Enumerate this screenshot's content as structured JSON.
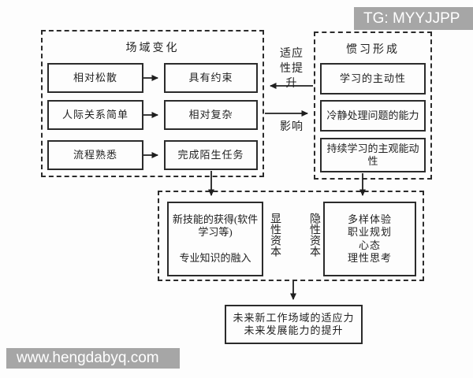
{
  "watermarks": {
    "top_right": "TG: MYYJJPP",
    "bottom_left": "www.hengdabyq.com"
  },
  "colors": {
    "watermark_bg": "#a6a6a6",
    "line": "#1f1f1f",
    "background": "#fdfdfd"
  },
  "field_change": {
    "title": "场域变化",
    "rows": [
      {
        "from": "相对松散",
        "to": "具有约束"
      },
      {
        "from": "人际关系简单",
        "to": "相对复杂"
      },
      {
        "from": "流程熟悉",
        "to": "完成陌生任务"
      }
    ]
  },
  "habit_formation": {
    "title": "惯习形成",
    "items": [
      "学习的主动性",
      "冷静处理问题的能力",
      "持续学习的主观能动\n性"
    ]
  },
  "middle_arrows": {
    "to_left_label": "适应\n性提\n升",
    "to_right_label": "影响"
  },
  "capital": {
    "explicit_box": "新技能的获得(软件\n学习等)\n\n专业知识的融入",
    "explicit_label": "显性资本",
    "implicit_label": "隐性资本",
    "implicit_box": "多样体验\n职业规划\n心态\n理性思考"
  },
  "outcome_box": "未来新工作场域的适应力\n未来发展能力的提升"
}
